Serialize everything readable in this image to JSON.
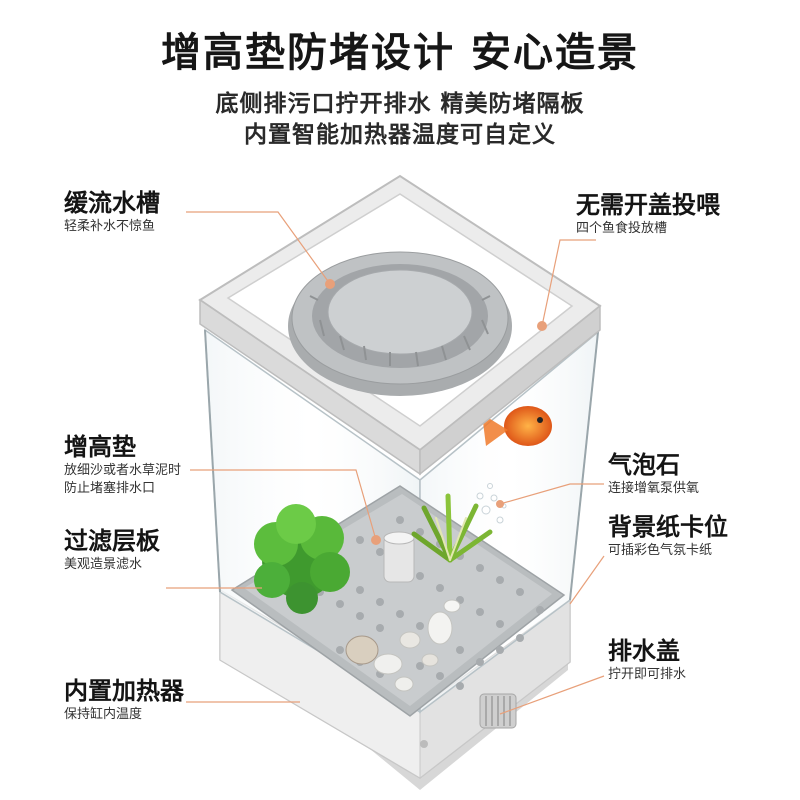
{
  "header": {
    "title": "增高垫防堵设计 安心造景",
    "subtitle_line1": "底侧排污口拧开排水 精美防堵隔板",
    "subtitle_line2": "内置智能加热器温度可自定义"
  },
  "callouts": {
    "buffer_trough": {
      "title": "缓流水槽",
      "desc": "轻柔补水不惊鱼"
    },
    "booster_pad": {
      "title": "增高垫",
      "desc_line1": "放细沙或者水草泥时",
      "desc_line2": "防止堵塞排水口"
    },
    "filter_plate": {
      "title": "过滤层板",
      "desc": "美观造景滤水"
    },
    "heater": {
      "title": "内置加热器",
      "desc": "保持缸内温度"
    },
    "feeding": {
      "title": "无需开盖投喂",
      "desc": "四个鱼食投放槽"
    },
    "air_stone": {
      "title": "气泡石",
      "desc": "连接增氧泵供氧"
    },
    "background_slot": {
      "title": "背景纸卡位",
      "desc": "可插彩色气氛卡纸"
    },
    "drain_cap": {
      "title": "排水盖",
      "desc": "拧开即可排水"
    }
  },
  "colors": {
    "accent_line": "#e8a07a",
    "tank_white": "#f4f4f4",
    "tray_gray": "#c9ccce",
    "plant_green": "#4caf3a",
    "fish_orange": "#e8641e"
  }
}
